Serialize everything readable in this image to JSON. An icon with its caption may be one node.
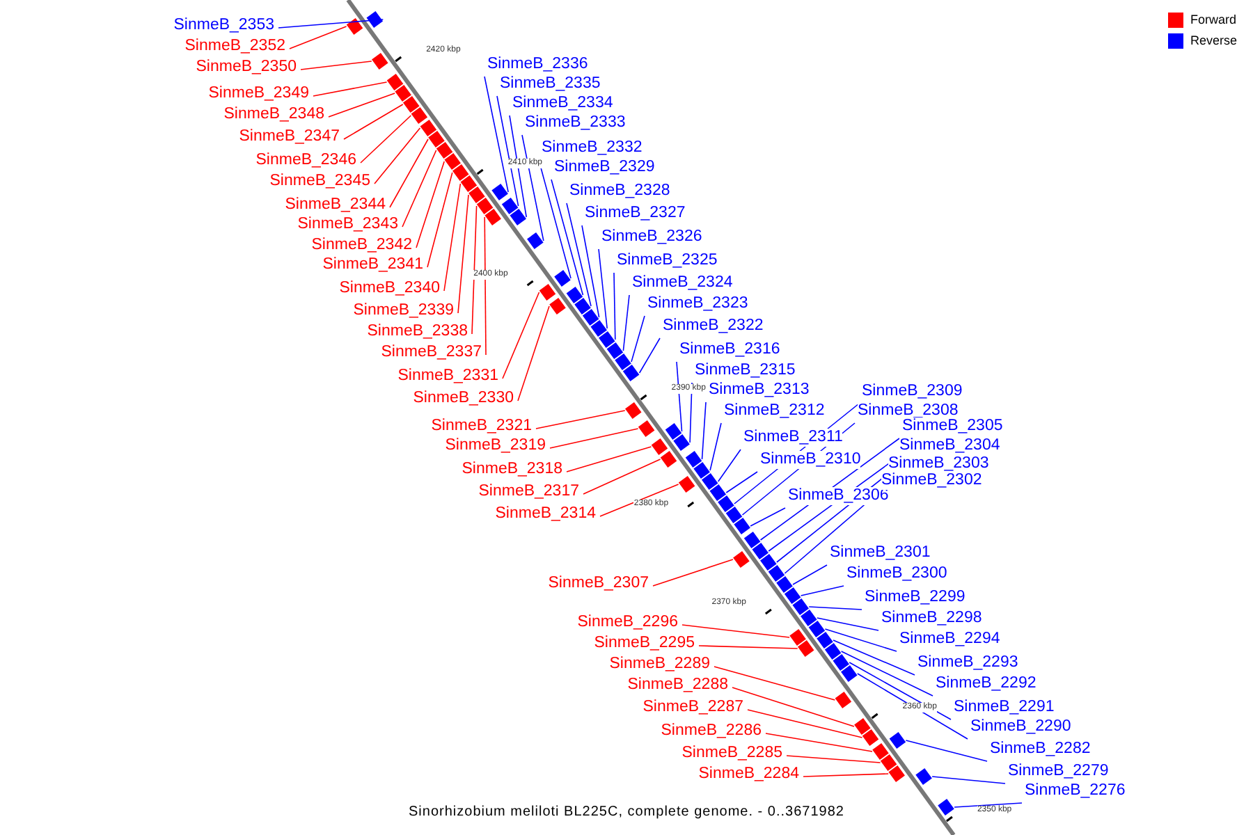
{
  "diagram": {
    "caption": "Sinorhizobium meliloti BL225C, complete genome. - 0..3671982",
    "nodes": [
      {
        "text": [
          "SinmeB_2353"
        ]
      },
      {
        "text": [
          "SinmeB_2352"
        ]
      },
      {
        "text": [
          "SinmeB_2350"
        ]
      },
      {
        "text": [
          "SinmeB_2349"
        ]
      },
      {
        "text": [
          "SinmeB_2348"
        ]
      },
      {
        "text": [
          "SinmeB_2347"
        ]
      },
      {
        "text": [
          "SinmeB_2346"
        ]
      },
      {
        "text": [
          "SinmeB_2345"
        ]
      },
      {
        "text": [
          "SinmeB_2344"
        ]
      },
      {
        "text": [
          "SinmeB_2343"
        ]
      },
      {
        "text": [
          "SinmeB_2342"
        ]
      },
      {
        "text": [
          "SinmeB_2341"
        ]
      },
      {
        "text": [
          "SinmeB_2340"
        ]
      },
      {
        "text": [
          "SinmeB_2339"
        ]
      },
      {
        "text": [
          "SinmeB_2338"
        ]
      },
      {
        "text": [
          "SinmeB_2337"
        ]
      },
      {
        "text": [
          "SinmeB_2331"
        ]
      },
      {
        "text": [
          "SinmeB_2330"
        ]
      },
      {
        "text": [
          "SinmeB_2321"
        ]
      },
      {
        "text": [
          "SinmeB_2319"
        ]
      },
      {
        "text": [
          "SinmeB_2318"
        ]
      },
      {
        "text": [
          "SinmeB_2317"
        ]
      },
      {
        "text": [
          "SinmeB_2314"
        ]
      },
      {
        "text": [
          "SinmeB_2307"
        ]
      },
      {
        "text": [
          "SinmeB_2296"
        ]
      },
      {
        "text": [
          "SinmeB_2295"
        ]
      },
      {
        "text": [
          "SinmeB_2289"
        ]
      },
      {
        "text": [
          "SinmeB_2288"
        ]
      },
      {
        "text": [
          "SinmeB_2287"
        ]
      },
      {
        "text": [
          "SinmeB_2286"
        ]
      },
      {
        "text": [
          "SinmeB_2285"
        ]
      },
      {
        "text": [
          "SinmeB_2284"
        ]
      },
      {
        "text": [
          "SinmeB_2336"
        ]
      },
      {
        "text": [
          "SinmeB_2335"
        ]
      },
      {
        "text": [
          "SinmeB_2334"
        ]
      },
      {
        "text": [
          "SinmeB_2333"
        ]
      },
      {
        "text": [
          "SinmeB_2332"
        ]
      },
      {
        "text": [
          "SinmeB_2329"
        ]
      },
      {
        "text": [
          "SinmeB_2328"
        ]
      },
      {
        "text": [
          "SinmeB_2327"
        ]
      },
      {
        "text": [
          "SinmeB_2326"
        ]
      },
      {
        "text": [
          "SinmeB_2325"
        ]
      },
      {
        "text": [
          "SinmeB_2324"
        ]
      },
      {
        "text": [
          "SinmeB_2323"
        ]
      },
      {
        "text": [
          "SinmeB_2322"
        ]
      },
      {
        "text": [
          "SinmeB_2316"
        ]
      },
      {
        "text": [
          "SinmeB_2315"
        ]
      },
      {
        "text": [
          "SinmeB_2313"
        ]
      },
      {
        "text": [
          "SinmeB_2312"
        ]
      },
      {
        "text": [
          "SinmeB_2311"
        ]
      },
      {
        "text": [
          "SinmeB_2310"
        ]
      },
      {
        "text": [
          "SinmeB_2306"
        ]
      },
      {
        "text": [
          "SinmeB_2309"
        ]
      },
      {
        "text": [
          "SinmeB_2308"
        ]
      },
      {
        "text": [
          "SinmeB_2305"
        ]
      },
      {
        "text": [
          "SinmeB_2304"
        ]
      },
      {
        "text": [
          "SinmeB_2303"
        ]
      },
      {
        "text": [
          "SinmeB_2302"
        ]
      },
      {
        "text": [
          "SinmeB_2301"
        ]
      },
      {
        "text": [
          "SinmeB_2300"
        ]
      },
      {
        "text": [
          "SinmeB_2299"
        ]
      },
      {
        "text": [
          "SinmeB_2298"
        ]
      },
      {
        "text": [
          "SinmeB_2294"
        ]
      },
      {
        "text": [
          "SinmeB_2293"
        ]
      },
      {
        "text": [
          "SinmeB_2292"
        ]
      },
      {
        "text": [
          "SinmeB_2291"
        ]
      },
      {
        "text": [
          "SinmeB_2290"
        ]
      },
      {
        "text": [
          "SinmeB_2282"
        ]
      },
      {
        "text": [
          "SinmeB_2279"
        ]
      },
      {
        "text": [
          "SinmeB_2276"
        ]
      },
      {
        "text": [],
        "shape": "box"
      },
      {
        "text": [],
        "shape": "box"
      },
      {
        "text": [],
        "shape": "box"
      },
      {
        "text": [],
        "shape": "box"
      },
      {
        "text": [],
        "shape": "box"
      },
      {
        "text": [],
        "shape": "box"
      },
      {
        "text": [],
        "shape": "box"
      },
      {
        "text": [],
        "shape": "box"
      },
      {
        "text": [],
        "shape": "box"
      },
      {
        "text": [],
        "shape": "box"
      },
      {
        "text": [],
        "shape": "box"
      },
      {
        "text": [],
        "shape": "box"
      },
      {
        "text": [],
        "shape": "box"
      },
      {
        "text": [],
        "shape": "box"
      },
      {
        "text": [],
        "shape": "box"
      },
      {
        "text": [],
        "shape": "box"
      },
      {
        "text": [],
        "shape": "box"
      },
      {
        "text": [],
        "shape": "box"
      },
      {
        "text": [],
        "shape": "box"
      },
      {
        "text": [],
        "shape": "box"
      },
      {
        "text": [],
        "shape": "box"
      },
      {
        "text": [],
        "shape": "box"
      },
      {
        "text": [],
        "shape": "box"
      },
      {
        "text": [],
        "shape": "box"
      },
      {
        "text": [],
        "shape": "box"
      },
      {
        "text": [],
        "shape": "box"
      },
      {
        "text": [],
        "shape": "box"
      },
      {
        "text": [],
        "shape": "box"
      },
      {
        "text": [],
        "shape": "box"
      },
      {
        "text": [],
        "shape": "box"
      },
      {
        "text": [],
        "shape": "box"
      },
      {
        "text": [],
        "shape": "box"
      },
      {
        "text": [],
        "shape": "box"
      },
      {
        "text": [],
        "shape": "box"
      },
      {
        "text": [],
        "shape": "box"
      },
      {
        "text": [],
        "shape": "box"
      },
      {
        "text": [],
        "shape": "box"
      },
      {
        "text": [],
        "shape": "box"
      },
      {
        "text": [],
        "shape": "box"
      },
      {
        "text": [],
        "shape": "box"
      },
      {
        "text": [],
        "shape": "box"
      },
      {
        "text": [],
        "shape": "box"
      },
      {
        "text": [],
        "shape": "box"
      },
      {
        "text": [],
        "shape": "box"
      },
      {
        "text": [],
        "shape": "box"
      },
      {
        "text": [],
        "shape": "box"
      },
      {
        "text": [],
        "shape": "box"
      },
      {
        "text": [],
        "shape": "box"
      },
      {
        "text": [],
        "shape": "box"
      },
      {
        "text": [],
        "shape": "box"
      },
      {
        "text": [],
        "shape": "box"
      },
      {
        "text": [],
        "shape": "box"
      },
      {
        "text": [],
        "shape": "box"
      },
      {
        "text": [],
        "shape": "box"
      },
      {
        "text": [],
        "shape": "box"
      },
      {
        "text": [],
        "shape": "box"
      },
      {
        "text": [],
        "shape": "box"
      },
      {
        "text": [],
        "shape": "box"
      },
      {
        "text": [],
        "shape": "box"
      },
      {
        "text": [],
        "shape": "box"
      },
      {
        "text": [],
        "shape": "box"
      },
      {
        "text": [],
        "shape": "box"
      },
      {
        "text": [],
        "shape": "box"
      },
      {
        "text": [],
        "shape": "box"
      },
      {
        "text": [],
        "shape": "box"
      },
      {
        "text": [],
        "shape": "box"
      },
      {
        "text": [],
        "shape": "box"
      },
      {
        "text": [],
        "shape": "box"
      },
      {
        "text": [],
        "shape": "box"
      },
      {
        "text": [],
        "shape": "box"
      }
    ],
    "edges": [
      {
        "from": 0,
        "to": 70,
        "arrow": "none"
      },
      {
        "from": 1,
        "to": 71,
        "arrow": "none",
        "color": "#ff0000"
      },
      {
        "from": 2,
        "to": 72,
        "arrow": "none",
        "color": "#ff0000"
      },
      {
        "from": 3,
        "to": 73,
        "arrow": "none",
        "color": "#ff0000"
      },
      {
        "from": 4,
        "to": 74,
        "arrow": "none",
        "color": "#ff0000"
      },
      {
        "from": 5,
        "to": 75,
        "arrow": "none",
        "color": "#ff0000"
      },
      {
        "from": 6,
        "to": 76,
        "arrow": "none",
        "color": "#ff0000"
      },
      {
        "from": 7,
        "to": 77,
        "arrow": "none",
        "color": "#ff0000"
      },
      {
        "from": 8,
        "to": 78,
        "arrow": "none",
        "color": "#ff0000"
      },
      {
        "from": 9,
        "to": 79,
        "arrow": "none",
        "color": "#ff0000"
      },
      {
        "from": 10,
        "to": 80,
        "arrow": "none",
        "color": "#ff0000"
      },
      {
        "from": 11,
        "to": 81,
        "arrow": "none",
        "color": "#ff0000"
      },
      {
        "from": 12,
        "to": 82,
        "arrow": "none",
        "color": "#ff0000"
      },
      {
        "from": 13,
        "to": 83,
        "arrow": "none",
        "color": "#ff0000"
      },
      {
        "from": 14,
        "to": 84,
        "arrow": "none",
        "color": "#ff0000"
      },
      {
        "from": 15,
        "to": 85,
        "arrow": "none",
        "color": "#ff0000"
      },
      {
        "from": 16,
        "to": 86,
        "arrow": "none",
        "color": "#ff0000"
      },
      {
        "from": 17,
        "to": 87,
        "arrow": "none",
        "color": "#ff0000"
      },
      {
        "from": 18,
        "to": 88,
        "arrow": "none",
        "color": "#ff0000"
      },
      {
        "from": 19,
        "to": 89,
        "arrow": "none",
        "color": "#ff0000"
      },
      {
        "from": 20,
        "to": 90,
        "arrow": "none",
        "color": "#ff0000"
      },
      {
        "from": 21,
        "to": 91,
        "arrow": "none",
        "color": "#ff0000"
      },
      {
        "from": 22,
        "to": 92,
        "arrow": "none",
        "color": "#ff0000"
      },
      {
        "from": 23,
        "to": 93,
        "arrow": "none",
        "color": "#ff0000"
      },
      {
        "from": 24,
        "to": 94,
        "arrow": "none",
        "color": "#ff0000"
      },
      {
        "from": 25,
        "to": 95,
        "arrow": "none",
        "color": "#ff0000"
      },
      {
        "from": 26,
        "to": 96,
        "arrow": "none",
        "color": "#ff0000"
      },
      {
        "from": 27,
        "to": 97,
        "arrow": "none",
        "color": "#ff0000"
      },
      {
        "from": 28,
        "to": 98,
        "arrow": "none",
        "color": "#ff0000"
      },
      {
        "from": 29,
        "to": 99,
        "arrow": "none",
        "color": "#ff0000"
      },
      {
        "from": 30,
        "to": 100,
        "arrow": "none",
        "color": "#ff0000"
      },
      {
        "from": 31,
        "to": 101,
        "arrow": "none",
        "color": "#ff0000"
      },
      {
        "from": 32,
        "to": 102,
        "arrow": "none"
      },
      {
        "from": 33,
        "to": 103,
        "arrow": "none"
      },
      {
        "from": 34,
        "to": 104,
        "arrow": "none"
      },
      {
        "from": 35,
        "to": 105,
        "arrow": "none"
      },
      {
        "from": 36,
        "to": 106,
        "arrow": "none"
      },
      {
        "from": 37,
        "to": 107,
        "arrow": "none"
      },
      {
        "from": 38,
        "to": 108,
        "arrow": "none"
      },
      {
        "from": 39,
        "to": 109,
        "arrow": "none"
      },
      {
        "from": 40,
        "to": 110,
        "arrow": "none"
      },
      {
        "from": 41,
        "to": 111,
        "arrow": "none"
      },
      {
        "from": 42,
        "to": 112,
        "arrow": "none"
      },
      {
        "from": 43,
        "to": 113,
        "arrow": "none"
      },
      {
        "from": 44,
        "to": 114,
        "arrow": "none"
      },
      {
        "from": 45,
        "to": 115,
        "arrow": "none"
      },
      {
        "from": 46,
        "to": 116,
        "arrow": "none"
      },
      {
        "from": 47,
        "to": 117,
        "arrow": "none"
      },
      {
        "from": 48,
        "to": 118,
        "arrow": "none"
      },
      {
        "from": 49,
        "to": 119,
        "arrow": "none"
      },
      {
        "from": 50,
        "to": 120,
        "arrow": "none"
      },
      {
        "from": 51,
        "to": 121,
        "arrow": "none"
      },
      {
        "from": 52,
        "to": 122,
        "arrow": "none"
      },
      {
        "from": 53,
        "to": 123,
        "arrow": "none"
      },
      {
        "from": 54,
        "to": 124,
        "arrow": "none"
      },
      {
        "from": 55,
        "to": 125,
        "arrow": "none"
      },
      {
        "from": 56,
        "to": 126,
        "arrow": "none"
      },
      {
        "from": 57,
        "to": 127,
        "arrow": "none"
      },
      {
        "from": 58,
        "to": 128,
        "arrow": "none"
      },
      {
        "from": 59,
        "to": 129,
        "arrow": "none"
      },
      {
        "from": 60,
        "to": 130,
        "arrow": "none"
      },
      {
        "from": 61,
        "to": 131,
        "arrow": "none"
      },
      {
        "from": 62,
        "to": 132,
        "arrow": "none"
      },
      {
        "from": 63,
        "to": 133,
        "arrow": "none"
      },
      {
        "from": 64,
        "to": 134,
        "arrow": "none"
      },
      {
        "from": 65,
        "to": 135,
        "arrow": "none"
      },
      {
        "from": 66,
        "to": 136,
        "arrow": "none"
      },
      {
        "from": 67,
        "to": 137,
        "arrow": "none"
      },
      {
        "from": 68,
        "to": 138,
        "arrow": "none"
      },
      {
        "from": 69,
        "to": 139,
        "arrow": "none"
      }
    ],
    "labels": [
      "2420 kbp",
      "2410 kbp",
      "2400 kbp",
      "2390 kbp",
      "2380 kbp",
      "2370 kbp",
      "2360 kbp",
      "2350 kbp"
    ],
    "legend": [
      {
        "text": "Forward",
        "color": "#ff0000"
      },
      {
        "text": "Reverse",
        "color": "#0000ff"
      }
    ]
  }
}
